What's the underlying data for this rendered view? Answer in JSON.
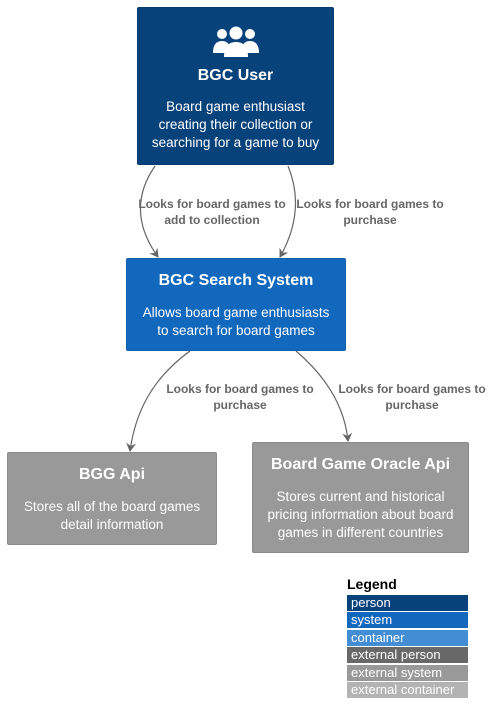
{
  "nodes": {
    "user": {
      "title": "BGC User",
      "desc_lines": [
        "Board game enthusiast",
        "creating their collection or",
        "searching for a game to buy"
      ]
    },
    "search_system": {
      "title": "BGC Search System",
      "desc_lines": [
        "Allows board game enthusiasts",
        "to search for board games"
      ]
    },
    "bgg_api": {
      "title": "BGG Api",
      "desc_lines": [
        "Stores all of the board games",
        "detail information"
      ]
    },
    "oracle_api": {
      "title": "Board Game Oracle Api",
      "desc_lines": [
        "Stores current and historical",
        "pricing information about board",
        "games in different countries"
      ]
    }
  },
  "relations": [
    {
      "lines": [
        "Looks for board games to",
        "add to collection"
      ]
    },
    {
      "lines": [
        "Looks for board games to",
        "purchase"
      ]
    },
    {
      "lines": [
        "Looks for board games to",
        "purchase"
      ]
    },
    {
      "lines": [
        "Looks for board games to",
        "purchase"
      ]
    }
  ],
  "legend": {
    "title": "Legend",
    "items": [
      {
        "label": "person",
        "color": "#08427b"
      },
      {
        "label": "system",
        "color": "#1168bd"
      },
      {
        "label": "container",
        "color": "#438dd5"
      },
      {
        "label": "external person",
        "color": "#686868"
      },
      {
        "label": "external system",
        "color": "#999999"
      },
      {
        "label": "external container",
        "color": "#b3b3b3"
      }
    ]
  },
  "colors": {
    "person": "#08427b",
    "system": "#1168bd",
    "external_system": "#999999",
    "edge": "#666666"
  },
  "icons": {
    "user": "users-icon"
  }
}
